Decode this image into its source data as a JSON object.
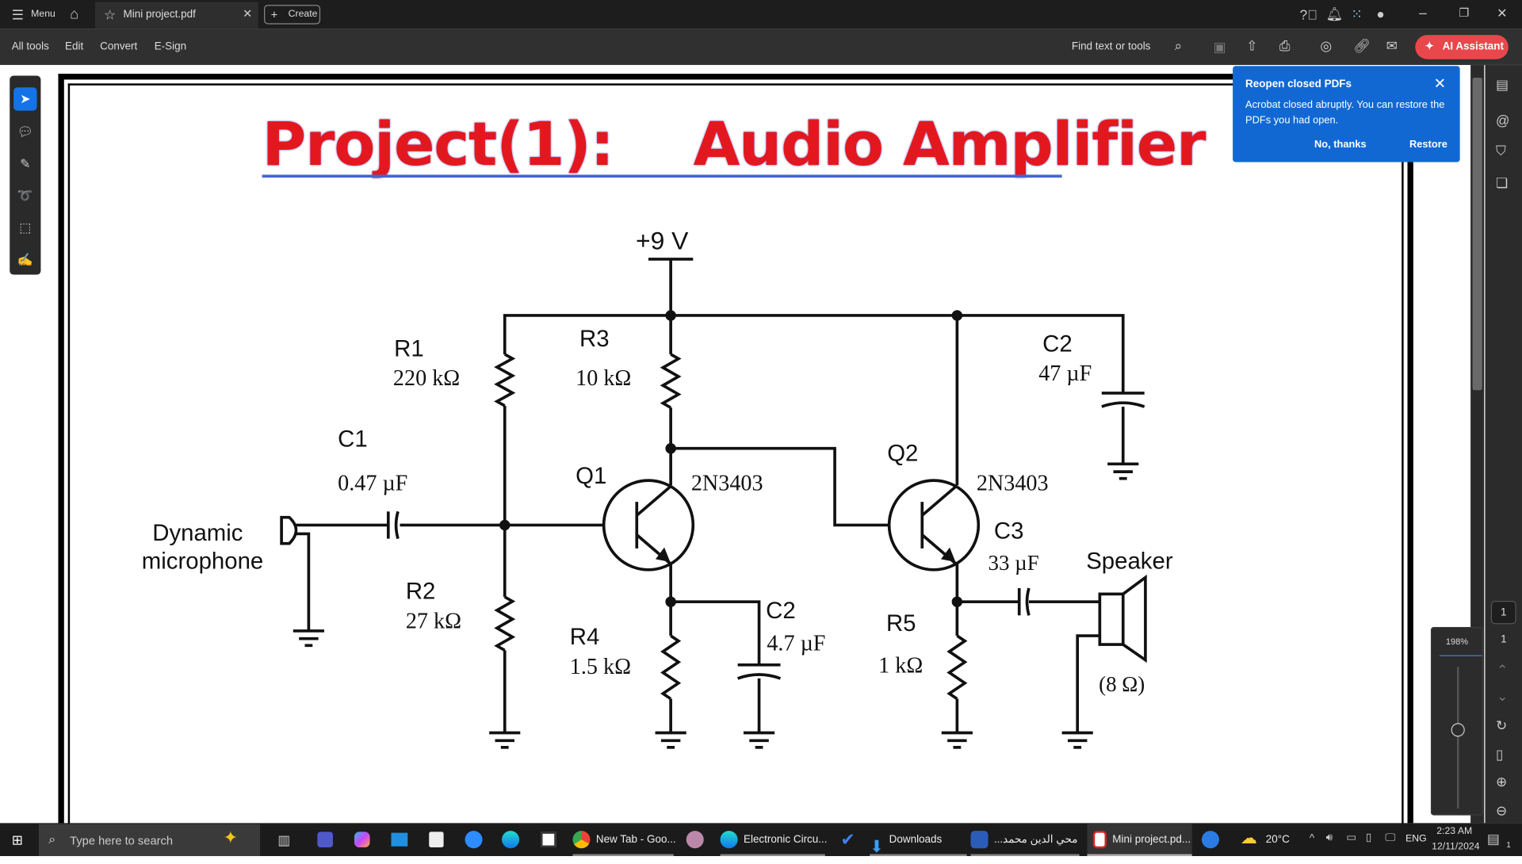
{
  "titlebar": {
    "menu": "Menu",
    "tab_title": "Mini project.pdf",
    "create": "Create",
    "icons": [
      "help-icon",
      "bell-icon",
      "apps-icon",
      "account-icon",
      "minimize-icon",
      "restore-icon",
      "close-icon"
    ]
  },
  "toolbar": {
    "items": [
      "All tools",
      "Edit",
      "Convert",
      "E-Sign"
    ],
    "find": "Find text or tools",
    "ai_assistant": "AI Assistant"
  },
  "document": {
    "title": "Project(1):    Audio Amplifier",
    "title_color": "#e3181f",
    "labels": {
      "vcc": "+9 V",
      "r1": "R1",
      "r1_val": "220 kΩ",
      "r3": "R3",
      "r3_val": "10 kΩ",
      "c2_top": "C2",
      "c2_top_val": "47 µF",
      "c1": "C1",
      "c1_val": "0.47 µF",
      "q1": "Q1",
      "q1_part": "2N3403",
      "q2": "Q2",
      "q2_part": "2N3403",
      "mic1": "Dynamic",
      "mic2": "microphone",
      "c3": "C3",
      "c3_val": "33 µF",
      "speaker": "Speaker",
      "r2": "R2",
      "r2_val": "27 kΩ",
      "c2_bot": "C2",
      "c2_bot_val": "4.7 µF",
      "r4": "R4",
      "r4_val": "1.5 kΩ",
      "r5": "R5",
      "r5_val": "1 kΩ",
      "spk_imp": "(8 Ω)"
    }
  },
  "toast": {
    "title": "Reopen closed PDFs",
    "message": "Acrobat closed abruptly. You can restore the PDFs you had open.",
    "no_thanks": "No, thanks",
    "restore": "Restore",
    "accent": "#1268d3"
  },
  "navigation": {
    "current_page": "1",
    "total_pages": "1",
    "zoom": "198%"
  },
  "taskbar": {
    "search_placeholder": "Type here to search",
    "apps": [
      {
        "label": "New Tab - Goo..."
      },
      {
        "label": "Electronic Circu..."
      },
      {
        "label": "Downloads"
      },
      {
        "label": "...محي الدين محمد"
      },
      {
        "label": "Mini project.pd..."
      }
    ],
    "temp": "20°C",
    "lang": "ENG",
    "time": "2:23 AM",
    "date": "12/11/2024",
    "notifications": "1"
  }
}
